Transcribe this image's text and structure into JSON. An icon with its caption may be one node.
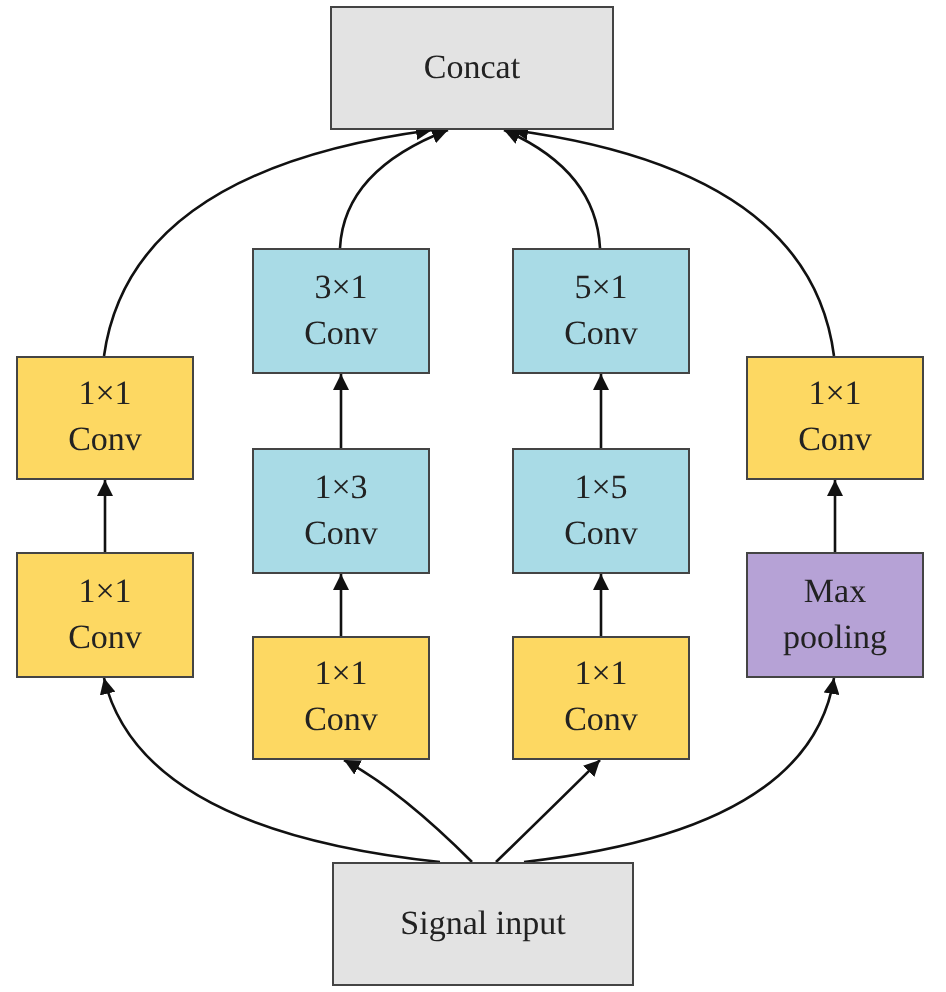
{
  "diagram": {
    "nodes": [
      {
        "text": [
          "Concat"
        ]
      },
      {
        "text": [
          "1×1 Conv"
        ]
      },
      {
        "text": [
          "1×1 Conv"
        ]
      },
      {
        "text": [
          "3×1 Conv"
        ]
      },
      {
        "text": [
          "1×3 Conv"
        ]
      },
      {
        "text": [
          "1×1 Conv"
        ]
      },
      {
        "text": [
          "5×1 Conv"
        ]
      },
      {
        "text": [
          "1×5 Conv"
        ]
      },
      {
        "text": [
          "1×1 Conv"
        ]
      },
      {
        "text": [
          "1×1 Conv"
        ]
      },
      {
        "text": [
          "Max pooling"
        ]
      },
      {
        "text": [
          "Signal input"
        ]
      }
    ],
    "edges": [
      {
        "from": 11,
        "to": 2,
        "arrow": "to"
      },
      {
        "from": 11,
        "to": 5,
        "arrow": "to"
      },
      {
        "from": 11,
        "to": 8,
        "arrow": "to"
      },
      {
        "from": 11,
        "to": 10,
        "arrow": "to"
      },
      {
        "from": 2,
        "to": 1,
        "arrow": "to"
      },
      {
        "from": 1,
        "to": 0,
        "arrow": "to"
      },
      {
        "from": 5,
        "to": 4,
        "arrow": "to"
      },
      {
        "from": 4,
        "to": 3,
        "arrow": "to"
      },
      {
        "from": 3,
        "to": 0,
        "arrow": "to"
      },
      {
        "from": 8,
        "to": 7,
        "arrow": "to"
      },
      {
        "from": 7,
        "to": 6,
        "arrow": "to"
      },
      {
        "from": 6,
        "to": 0,
        "arrow": "to"
      },
      {
        "from": 10,
        "to": 9,
        "arrow": "to"
      },
      {
        "from": 9,
        "to": 0,
        "arrow": "to"
      }
    ]
  }
}
